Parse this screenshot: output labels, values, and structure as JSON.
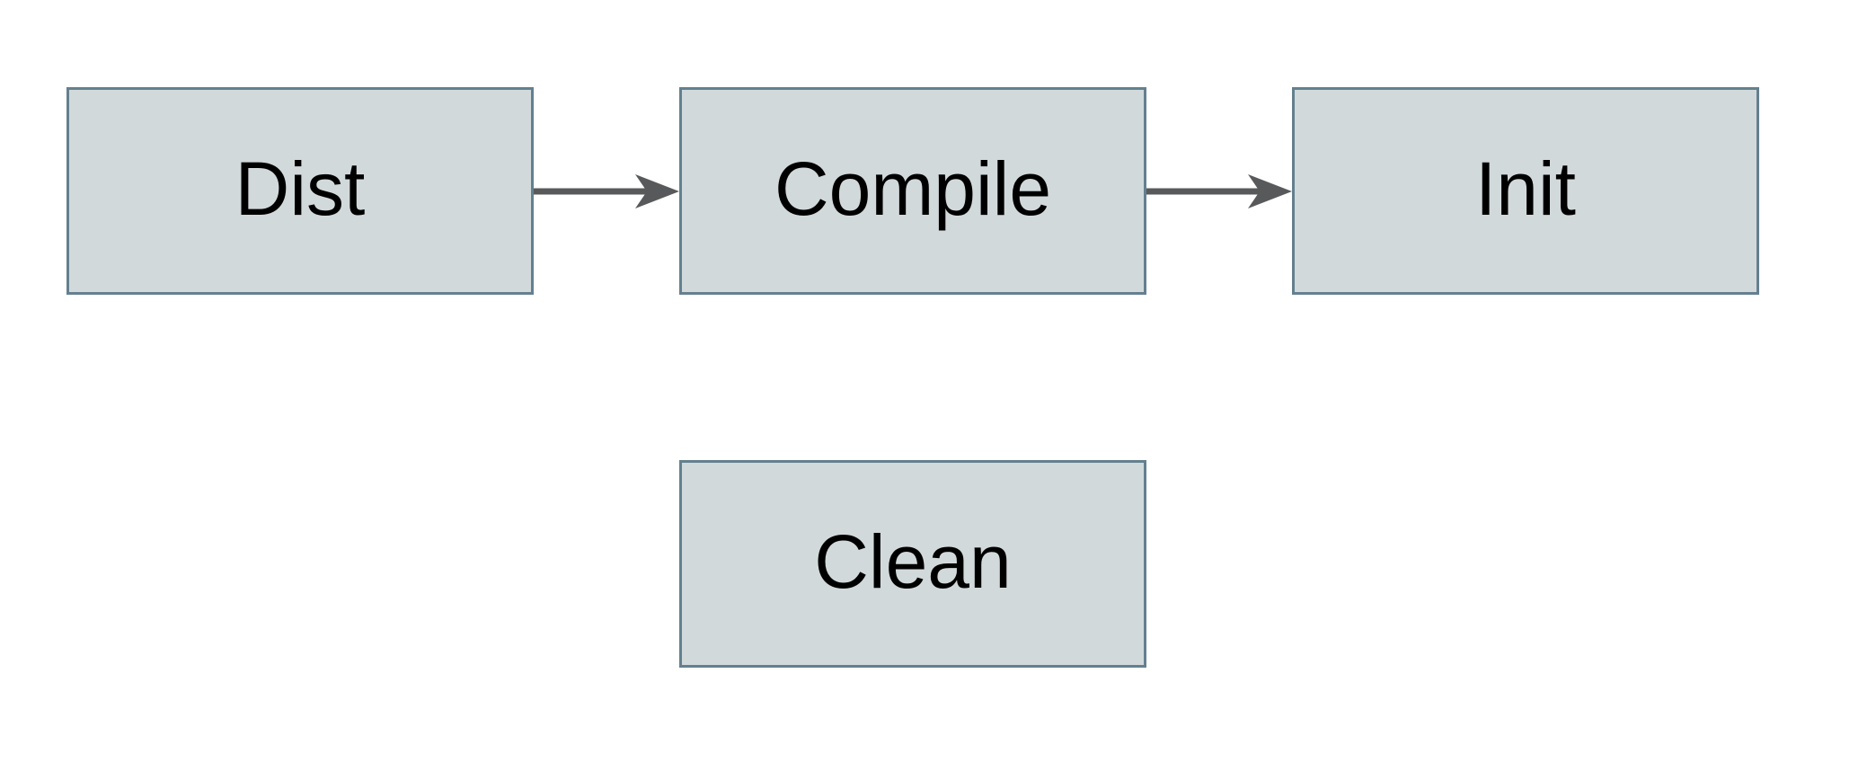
{
  "diagram": {
    "type": "flowchart",
    "background_color": "#ffffff",
    "node_fill_color": "#d2d9db",
    "node_border_color": "#64808f",
    "arrow_color": "#58595b",
    "text_color": "#000000",
    "nodes": [
      {
        "id": "dist",
        "label": "Dist",
        "row": 1,
        "col": 1
      },
      {
        "id": "compile",
        "label": "Compile",
        "row": 1,
        "col": 2
      },
      {
        "id": "init",
        "label": "Init",
        "row": 1,
        "col": 3
      },
      {
        "id": "clean",
        "label": "Clean",
        "row": 2,
        "col": 2
      }
    ],
    "edges": [
      {
        "from": "Dist",
        "to": "Compile",
        "style": "arrow-right"
      },
      {
        "from": "Compile",
        "to": "Init",
        "style": "arrow-right"
      }
    ]
  }
}
